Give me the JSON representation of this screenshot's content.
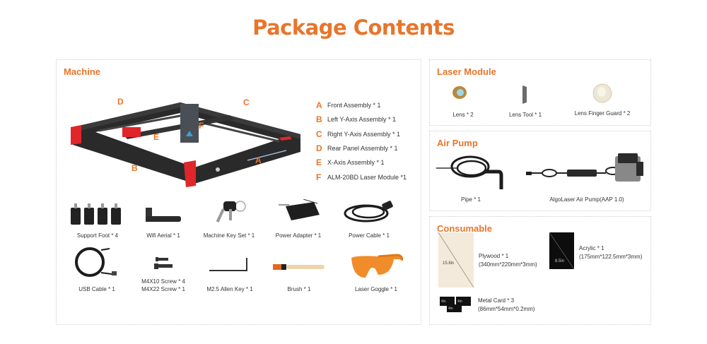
{
  "page_title": "Package Contents",
  "colors": {
    "accent": "#e8752b",
    "text": "#333333",
    "border": "#cfcfcf",
    "machine_red": "#e0262a"
  },
  "machine": {
    "title": "Machine",
    "callouts": [
      "A",
      "B",
      "C",
      "D",
      "E",
      "F"
    ],
    "legend": [
      {
        "letter": "A",
        "text": "Front Assembly * 1"
      },
      {
        "letter": "B",
        "text": "Left Y-Axis Assembly * 1"
      },
      {
        "letter": "C",
        "text": "Right Y-Axis Assembly * 1"
      },
      {
        "letter": "D",
        "text": "Rear Panel Assembly * 1"
      },
      {
        "letter": "E",
        "text": "X-Axis Assembly * 1"
      },
      {
        "letter": "F",
        "text": "ALM-20BD Laser Module *1"
      }
    ],
    "accessories_row1": [
      {
        "label": "Support Foot * 4"
      },
      {
        "label": "Wifi Aerial * 1"
      },
      {
        "label": "Machine Key Set * 1"
      },
      {
        "label": "Power Adapter * 1"
      },
      {
        "label": "Power Cable * 1"
      }
    ],
    "accessories_row2": [
      {
        "label": "USB Cable * 1"
      },
      {
        "label": "M4X10 Screw * 4",
        "label2": "M4X22 Screw * 1"
      },
      {
        "label": "M2.5 Allen Key * 1"
      },
      {
        "label": "Brush * 1"
      },
      {
        "label": "Laser Goggle * 1"
      }
    ]
  },
  "laser_module": {
    "title": "Laser Module",
    "items": [
      {
        "label": "Lens * 2"
      },
      {
        "label": "Lens Tool * 1"
      },
      {
        "label": "Lens Finger Guard * 2"
      }
    ]
  },
  "air_pump": {
    "title": "Air Pump",
    "items": [
      {
        "label": "Pipe * 1"
      },
      {
        "label": "AlgoLaser Air Pump(AAP 1.0)"
      }
    ]
  },
  "consumable": {
    "title": "Consumable",
    "items": [
      {
        "name": "Plywood * 1",
        "size": "(340mm*220mm*3mm)",
        "dim_label": "15.8in"
      },
      {
        "name": "Acrylic * 1",
        "size": "(175mm*122.5mm*3mm)",
        "dim_label": "8.5in"
      },
      {
        "name": "Metal Card * 3",
        "size": "(86mm*54mm*0.2mm)",
        "dim_label": "4in"
      }
    ]
  }
}
